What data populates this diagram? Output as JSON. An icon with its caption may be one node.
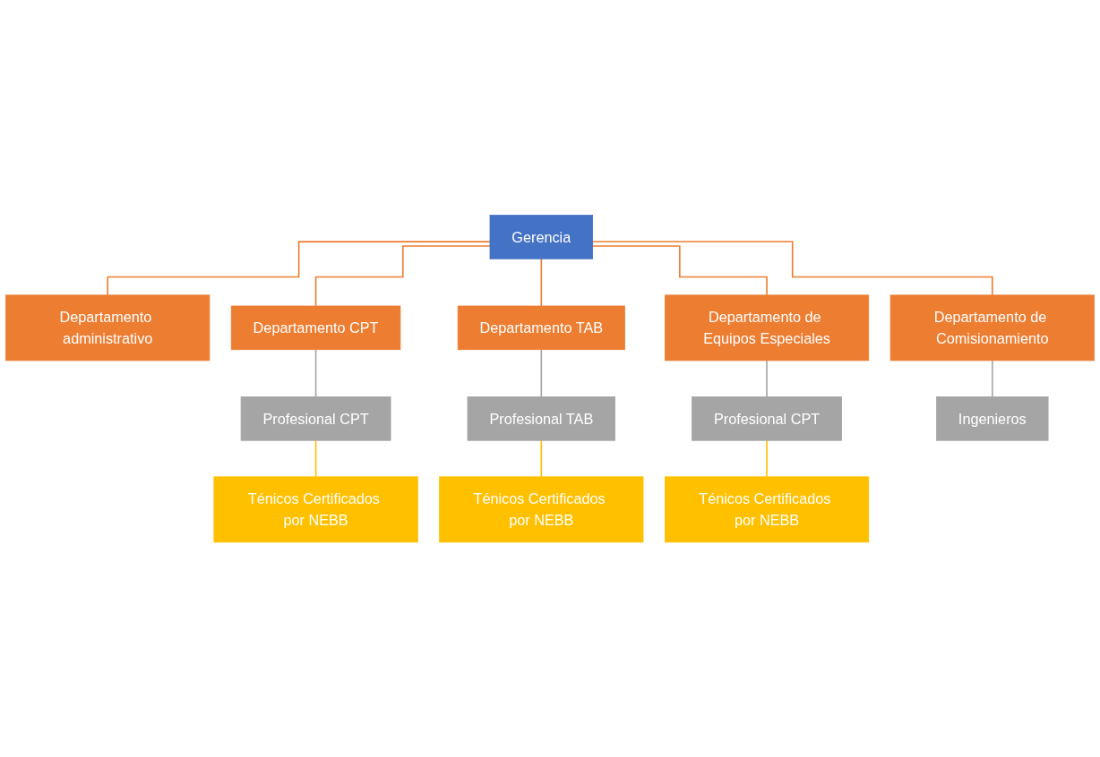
{
  "diagram": {
    "nodes": [
      {
        "text": [
          "Gerencia"
        ]
      },
      {
        "text": [
          "Departamento administrativo"
        ]
      },
      {
        "text": [
          "Departamento CPT"
        ]
      },
      {
        "text": [
          "Departamento TAB"
        ]
      },
      {
        "text": [
          "Departamento de Equipos Especiales"
        ]
      },
      {
        "text": [
          "Departamento de Comisionamiento"
        ]
      },
      {
        "text": [
          "Profesional CPT"
        ]
      },
      {
        "text": [
          "Profesional TAB"
        ]
      },
      {
        "text": [
          "Profesional CPT"
        ]
      },
      {
        "text": [
          "Ingenieros"
        ]
      },
      {
        "text": [
          "Ténicos Certificados por NEBB"
        ]
      },
      {
        "text": [
          "Ténicos Certificados por NEBB"
        ]
      },
      {
        "text": [
          "Ténicos Certificados por NEBB"
        ]
      }
    ],
    "edges": [
      {
        "from": 0,
        "to": 1,
        "arrow": "none"
      },
      {
        "from": 0,
        "to": 2,
        "arrow": "none"
      },
      {
        "from": 0,
        "to": 3,
        "arrow": "none"
      },
      {
        "from": 0,
        "to": 4,
        "arrow": "none"
      },
      {
        "from": 0,
        "to": 5,
        "arrow": "none"
      },
      {
        "from": 2,
        "to": 6,
        "arrow": "none",
        "color": "#a5a5a5"
      },
      {
        "from": 3,
        "to": 7,
        "arrow": "none",
        "color": "#a5a5a5"
      },
      {
        "from": 4,
        "to": 8,
        "arrow": "none",
        "color": "#a5a5a5"
      },
      {
        "from": 5,
        "to": 9,
        "arrow": "none",
        "color": "#a5a5a5"
      },
      {
        "from": 6,
        "to": 10,
        "arrow": "none",
        "color": "#ffc000"
      },
      {
        "from": 7,
        "to": 11,
        "arrow": "none",
        "color": "#ffc000"
      },
      {
        "from": 8,
        "to": 12,
        "arrow": "none",
        "color": "#ffc000"
      }
    ]
  }
}
